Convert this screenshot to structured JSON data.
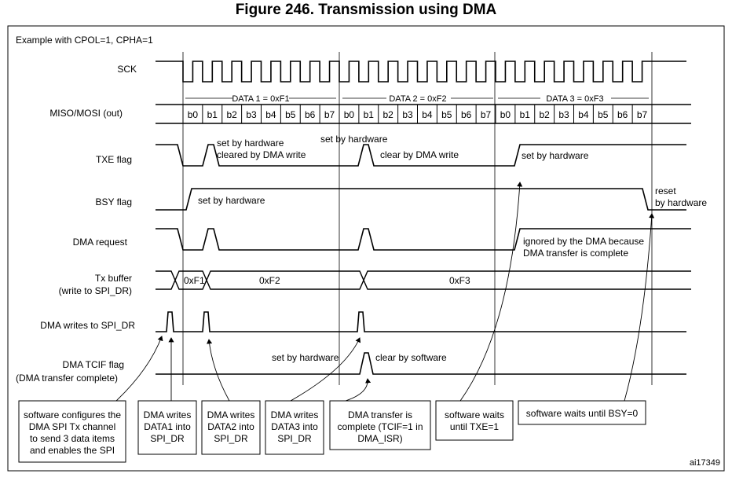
{
  "figure": {
    "title": "Figure 246. Transmission using DMA",
    "example": "Example with CPOL=1, CPHA=1",
    "id_code": "ai17349"
  },
  "signals": {
    "sck": "SCK",
    "miso_mosi": "MISO/MOSI (out)",
    "txe": "TXE flag",
    "bsy": "BSY flag",
    "dma_request": "DMA request",
    "tx_buffer_1": "Tx buffer",
    "tx_buffer_2": "(write to SPI_DR)",
    "dma_writes": "DMA writes to SPI_DR",
    "tcif_1": "DMA TCIF flag",
    "tcif_2": "(DMA transfer complete)"
  },
  "data_frames": [
    {
      "label": "DATA  1 = 0xF1"
    },
    {
      "label": "DATA 2 = 0xF2"
    },
    {
      "label": "DATA  3 = 0xF3"
    }
  ],
  "bits": [
    "b0",
    "b1",
    "b2",
    "b3",
    "b4",
    "b5",
    "b6",
    "b7"
  ],
  "tx_buffer_values": [
    "0xF1",
    "0xF2",
    "0xF3"
  ],
  "annotations": {
    "txe_set_1": "set by hardware",
    "txe_cleared_dma": "cleared by DMA write",
    "txe_set_2": "set by hardware",
    "txe_clear_dma": "clear by DMA write",
    "txe_set_3": "set by hardware",
    "bsy_set": "set by hardware",
    "bsy_reset_1": "reset",
    "bsy_reset_2": "by hardware",
    "dma_ignored_1": "ignored by the DMA because",
    "dma_ignored_2": "DMA transfer is complete",
    "tcif_set": "set by hardware",
    "tcif_clear": "clear by software"
  },
  "boxes": [
    {
      "lines": [
        "software configures the",
        "DMA SPI Tx channel",
        "to send 3 data items",
        "and enables the SPI"
      ]
    },
    {
      "lines": [
        "DMA writes",
        "DATA1 into",
        "SPI_DR"
      ]
    },
    {
      "lines": [
        "DMA writes",
        "DATA2 into",
        "SPI_DR"
      ]
    },
    {
      "lines": [
        "DMA writes",
        "DATA3 into",
        "SPI_DR"
      ]
    },
    {
      "lines": [
        "DMA transfer is",
        "complete (TCIF=1 in",
        "DMA_ISR)"
      ]
    },
    {
      "lines": [
        "software waits",
        "until TXE=1"
      ]
    },
    {
      "lines": [
        "software waits until BSY=0"
      ]
    }
  ]
}
